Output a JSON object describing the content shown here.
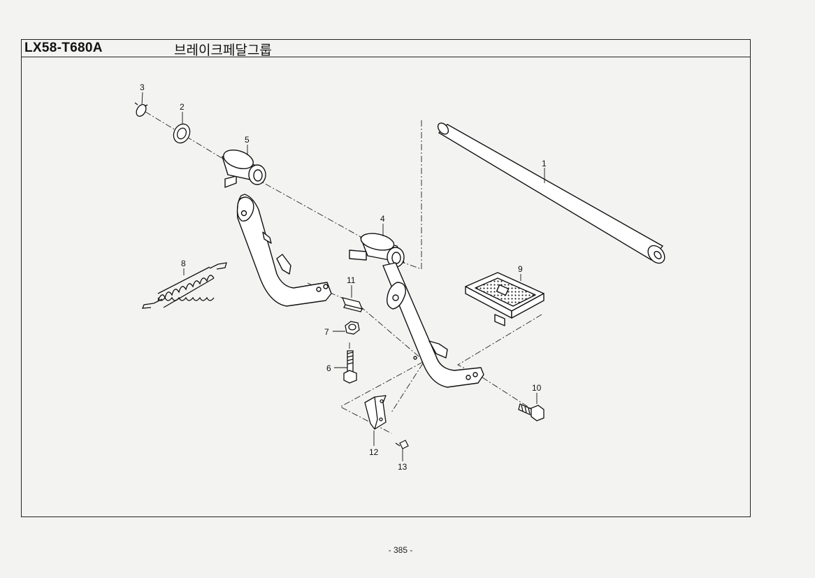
{
  "header": {
    "model_code": "LX58-T680A",
    "group_title": "브레이크페달그룹"
  },
  "parts": [
    {
      "number": "1",
      "label": "1",
      "name": "shaft"
    },
    {
      "number": "2",
      "label": "2",
      "name": "washer"
    },
    {
      "number": "3",
      "label": "3",
      "name": "snap-ring"
    },
    {
      "number": "4",
      "label": "4",
      "name": "pedal-arm"
    },
    {
      "number": "5",
      "label": "5",
      "name": "pedal-arm"
    },
    {
      "number": "6",
      "label": "6",
      "name": "bolt"
    },
    {
      "number": "7",
      "label": "7",
      "name": "nut"
    },
    {
      "number": "8",
      "label": "8",
      "name": "spring"
    },
    {
      "number": "9",
      "label": "9",
      "name": "pedal-pad"
    },
    {
      "number": "10",
      "label": "10",
      "name": "bolt"
    },
    {
      "number": "11",
      "label": "11",
      "name": "key"
    },
    {
      "number": "12",
      "label": "12",
      "name": "bracket"
    },
    {
      "number": "13",
      "label": "13",
      "name": "screw"
    }
  ],
  "footer": {
    "page_number": "- 385 -"
  }
}
